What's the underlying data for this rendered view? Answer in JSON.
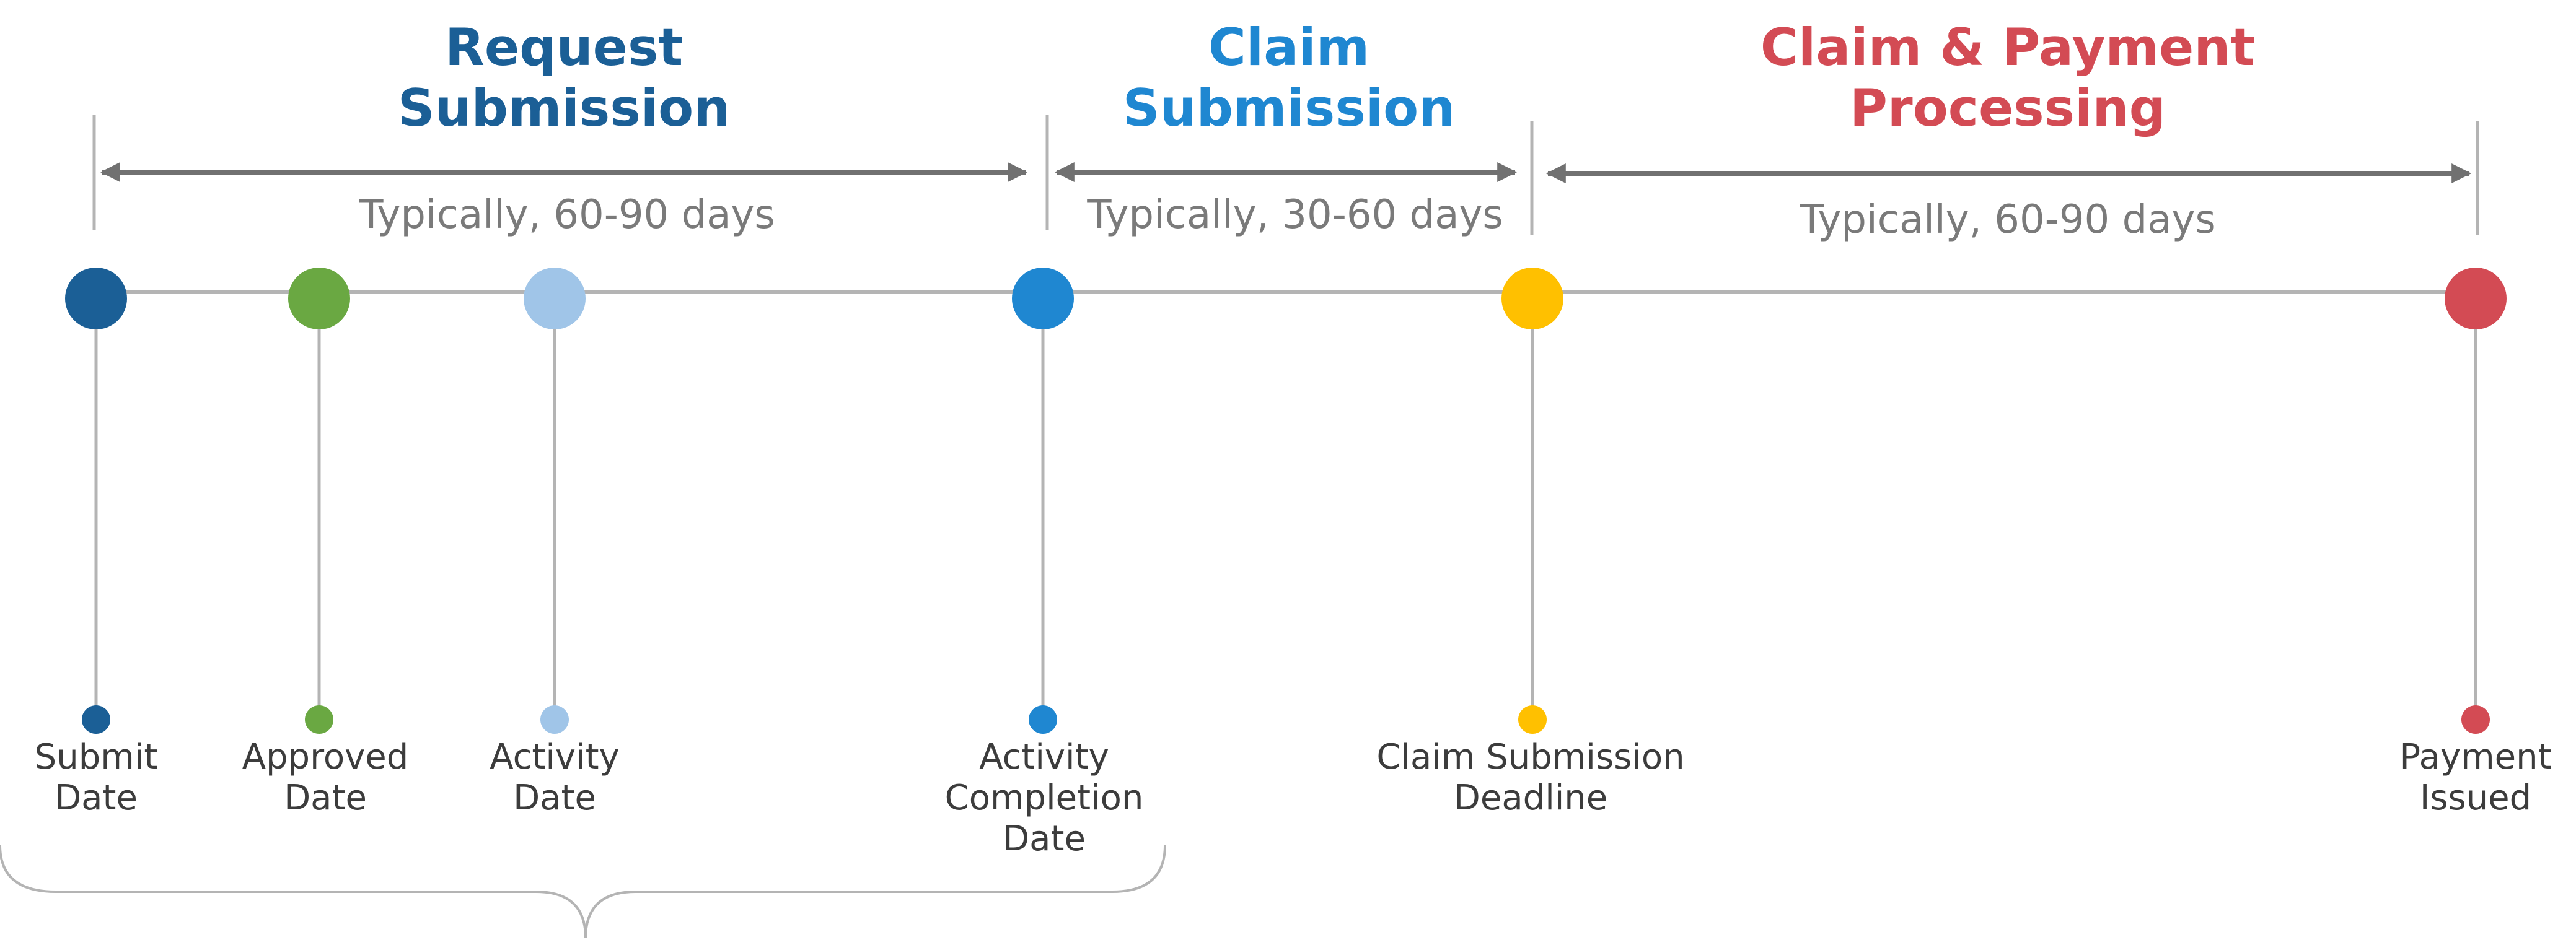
{
  "colors": {
    "dark_blue": "#1b5f96",
    "green": "#6aa842",
    "light_blue": "#a0c5e8",
    "mid_blue": "#1f87d1",
    "yellow": "#ffc000",
    "red": "#d34b54",
    "line_gray": "#b4b4b4",
    "arrow_gray": "#717171",
    "text_gray": "#7a7a7a",
    "label_text": "#3c3c3c"
  },
  "phases": [
    {
      "title_lines": [
        "Request",
        "Submission"
      ],
      "duration": "Typically, 60-90 days",
      "color": "#1b5f96"
    },
    {
      "title_lines": [
        "Claim",
        "Submission"
      ],
      "duration": "Typically, 30-60 days",
      "color": "#1f87d1"
    },
    {
      "title_lines": [
        "Claim & Payment",
        "Processing"
      ],
      "duration": "Typically, 60-90 days",
      "color": "#d34b54"
    }
  ],
  "milestones": [
    {
      "label_lines": [
        "Submit",
        "Date"
      ],
      "color": "#1b5f96"
    },
    {
      "label_lines": [
        "Approved",
        "Date"
      ],
      "color": "#6aa842"
    },
    {
      "label_lines": [
        "Activity",
        "Date"
      ],
      "color": "#a0c5e8"
    },
    {
      "label_lines": [
        "Activity",
        "Completion",
        "Date"
      ],
      "color": "#1f87d1"
    },
    {
      "label_lines": [
        "Claim Submission",
        "Deadline"
      ],
      "color": "#ffc000"
    },
    {
      "label_lines": [
        "Payment",
        "Issued"
      ],
      "color": "#d34b54"
    }
  ]
}
